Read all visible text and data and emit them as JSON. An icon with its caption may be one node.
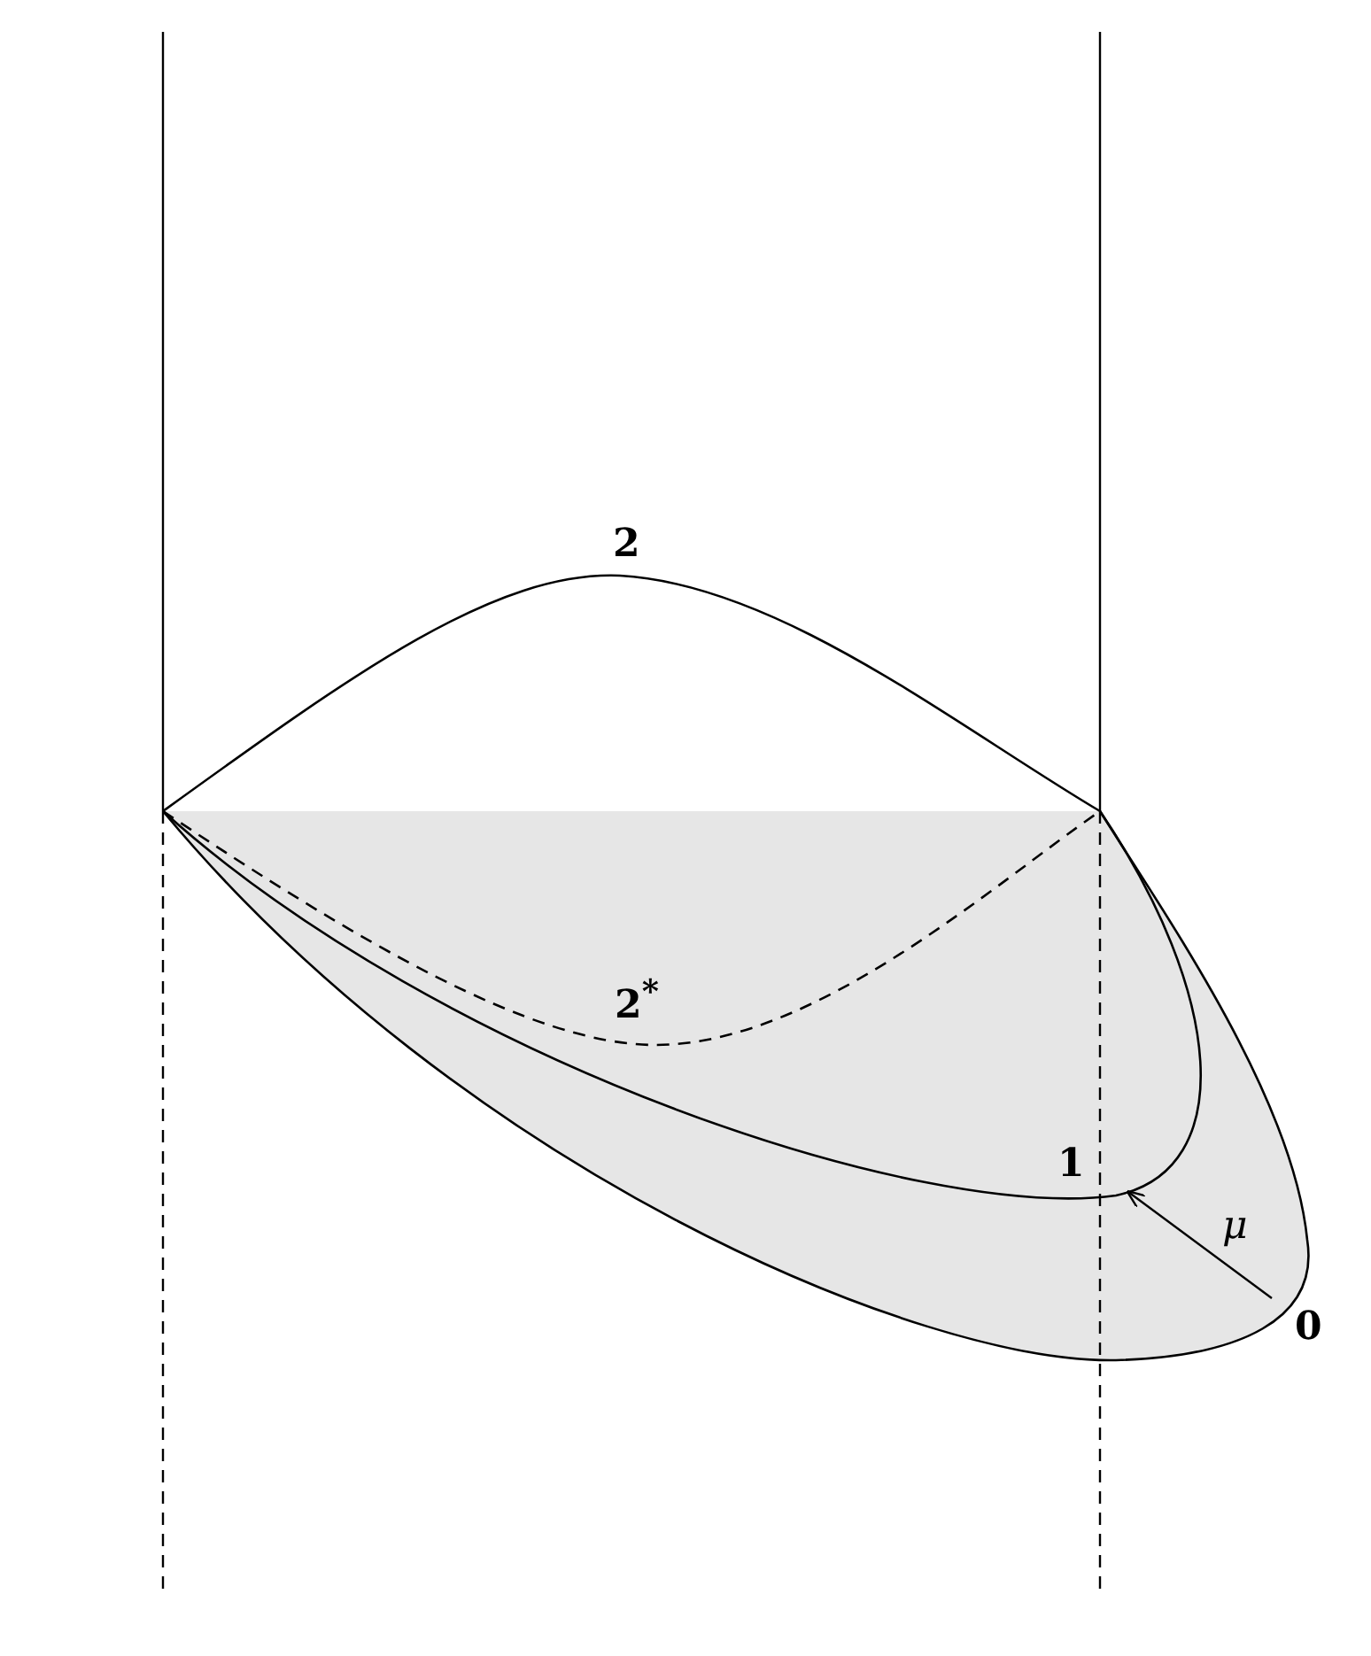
{
  "diagram": {
    "labels": [
      "2",
      "2$^{*}$",
      "1",
      "μ",
      "0"
    ]
  }
}
